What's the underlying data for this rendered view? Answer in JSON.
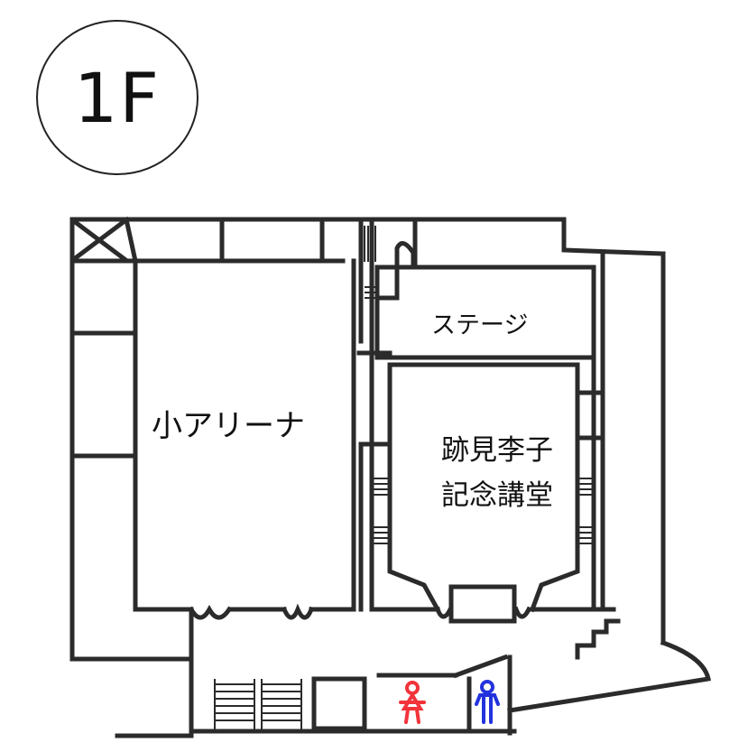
{
  "floor": {
    "label": "1F"
  },
  "rooms": {
    "small_arena": "小アリーナ",
    "stage": "ステージ",
    "hall_line1": "跡見李子",
    "hall_line2": "記念講堂"
  },
  "icons": {
    "female_restroom": "female-restroom-icon",
    "male_restroom": "male-restroom-icon"
  },
  "colors": {
    "wall": "#2b2b2b",
    "female": "#f2333a",
    "male": "#2233dd"
  }
}
